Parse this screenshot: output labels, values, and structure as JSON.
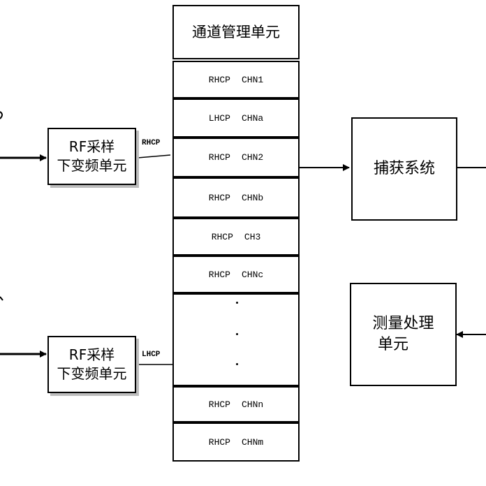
{
  "channel_unit": {
    "title": "通道管理单元"
  },
  "rf_units": [
    {
      "line1": "RF采样",
      "line2": "下变频单元",
      "output": "RHCP"
    },
    {
      "line1": "RF采样",
      "line2": "下变频单元",
      "output": "LHCP"
    }
  ],
  "channels": [
    {
      "pol": "RHCP",
      "ch": "CHN1"
    },
    {
      "pol": "LHCP",
      "ch": "CHNa"
    },
    {
      "pol": "RHCP",
      "ch": "CHN2"
    },
    {
      "pol": "RHCP",
      "ch": "CHNb"
    },
    {
      "pol": "RHCP",
      "ch": "CH3"
    },
    {
      "pol": "RHCP",
      "ch": "CHNc"
    },
    {
      "pol": "RHCP",
      "ch": "CHNn"
    },
    {
      "pol": "RHCP",
      "ch": "CHNm"
    }
  ],
  "acquisition": {
    "label": "捕获系统"
  },
  "measurement": {
    "line1": "测量处理",
    "line2": "单元"
  },
  "colors": {
    "line": "#000000",
    "shadow": "#bdbdbd",
    "background": "#ffffff"
  }
}
